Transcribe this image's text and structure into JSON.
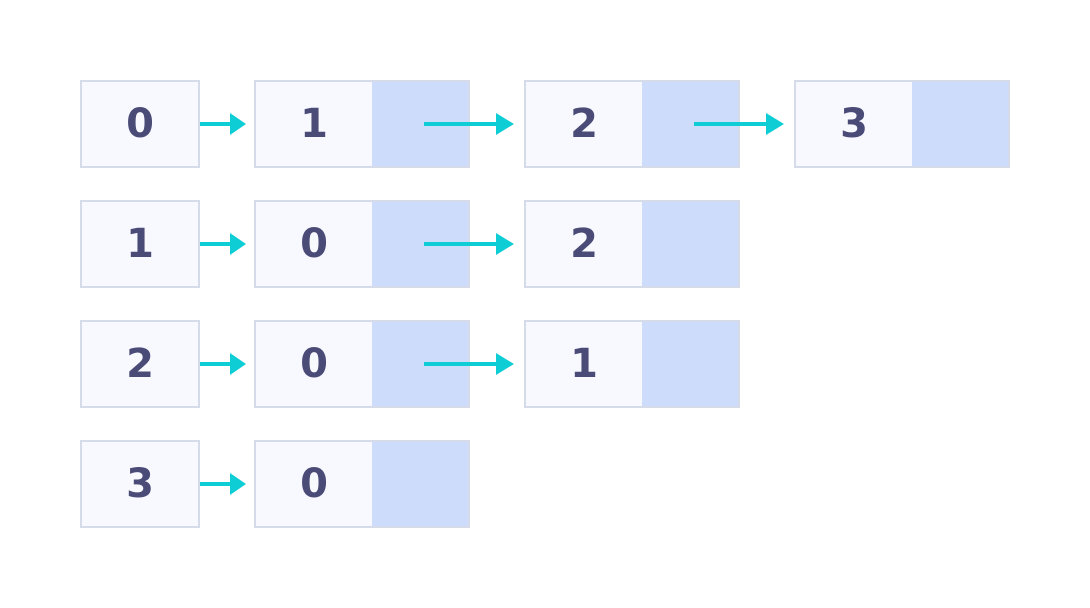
{
  "colors": {
    "cell_fill": "#f8f9fe",
    "cell_border": "#d5dbe8",
    "pointer_fill": "#ccdcfa",
    "arrow": "#0fcdd5",
    "text": "#4b4b78"
  },
  "adjacency_list": [
    {
      "vertex": "0",
      "neighbors": [
        "1",
        "2",
        "3"
      ]
    },
    {
      "vertex": "1",
      "neighbors": [
        "0",
        "2"
      ]
    },
    {
      "vertex": "2",
      "neighbors": [
        "0",
        "1"
      ]
    },
    {
      "vertex": "3",
      "neighbors": [
        "0"
      ]
    }
  ]
}
